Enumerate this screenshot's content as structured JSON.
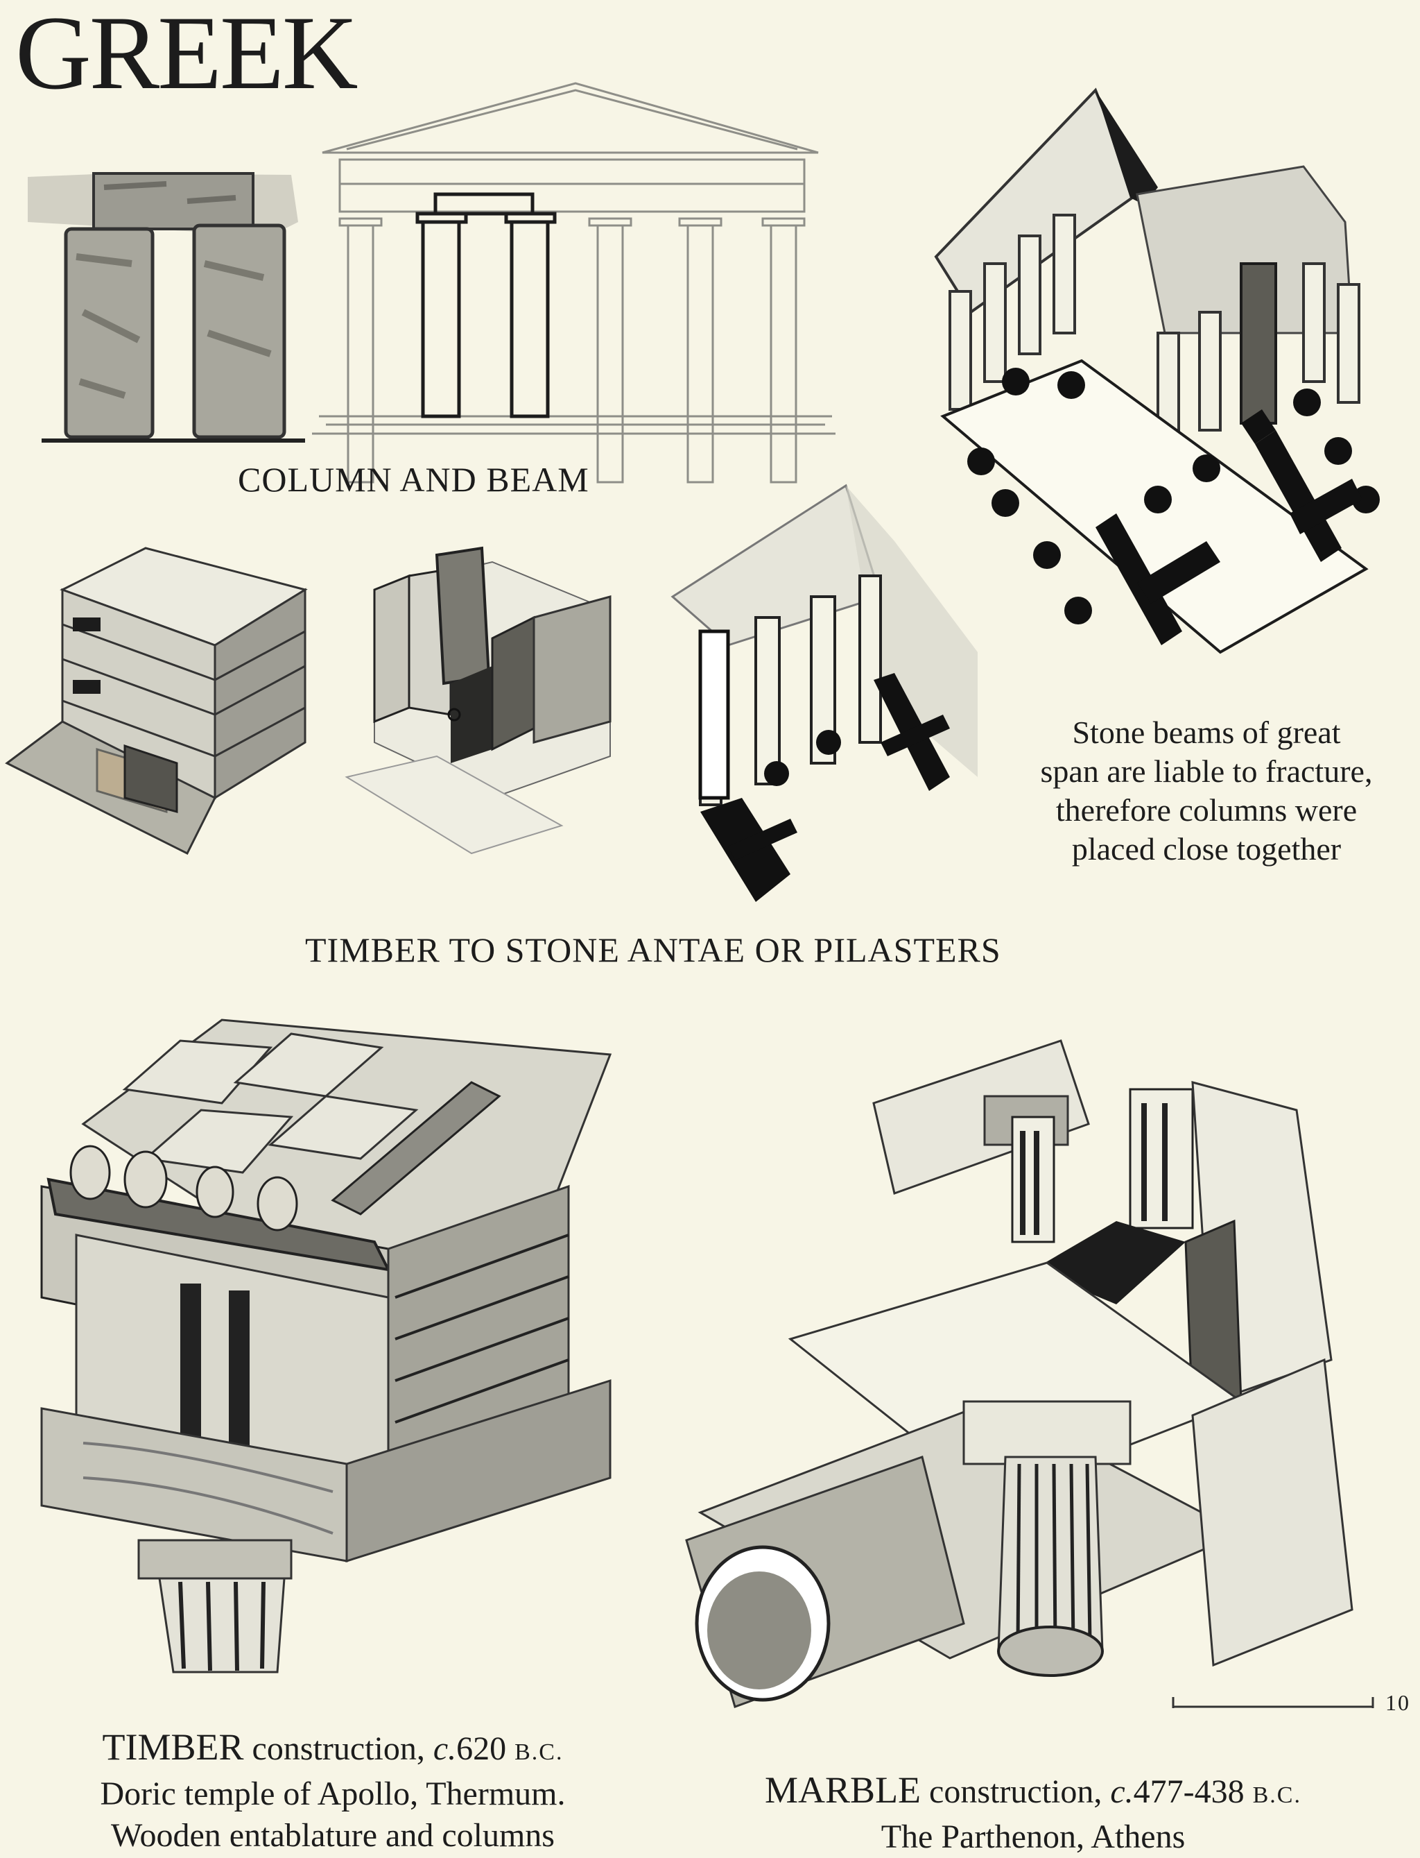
{
  "page": {
    "title": "GREEK",
    "page_number": "10"
  },
  "column_and_beam": {
    "caption": "COLUMN AND BEAM"
  },
  "timber_to_stone": {
    "caption": "TIMBER TO STONE ANTAE OR PILASTERS"
  },
  "stone_beams_note": {
    "line1": "Stone  beams of great",
    "line2": "span are liable to fracture,",
    "line3": "therefore columns were",
    "line4": "placed close together"
  },
  "timber_construction": {
    "material": "TIMBER",
    "construction_word": "construction,",
    "circa": "c.",
    "date": "620",
    "era": "B.C.",
    "line2": "Doric temple of Apollo, Thermum.",
    "line3": "Wooden entablature and columns"
  },
  "marble_construction": {
    "material": "MARBLE",
    "construction_word": "construction,",
    "circa": "c.",
    "date": "477-438",
    "era": "B.C.",
    "line2": "The Parthenon, Athens"
  },
  "colors": {
    "ink": "#1c1c1c",
    "paper": "#f7f5e6",
    "wash_dark": "#8c8c84",
    "wash_mid": "#b9b8ae",
    "wash_light": "#d6d5cb"
  }
}
